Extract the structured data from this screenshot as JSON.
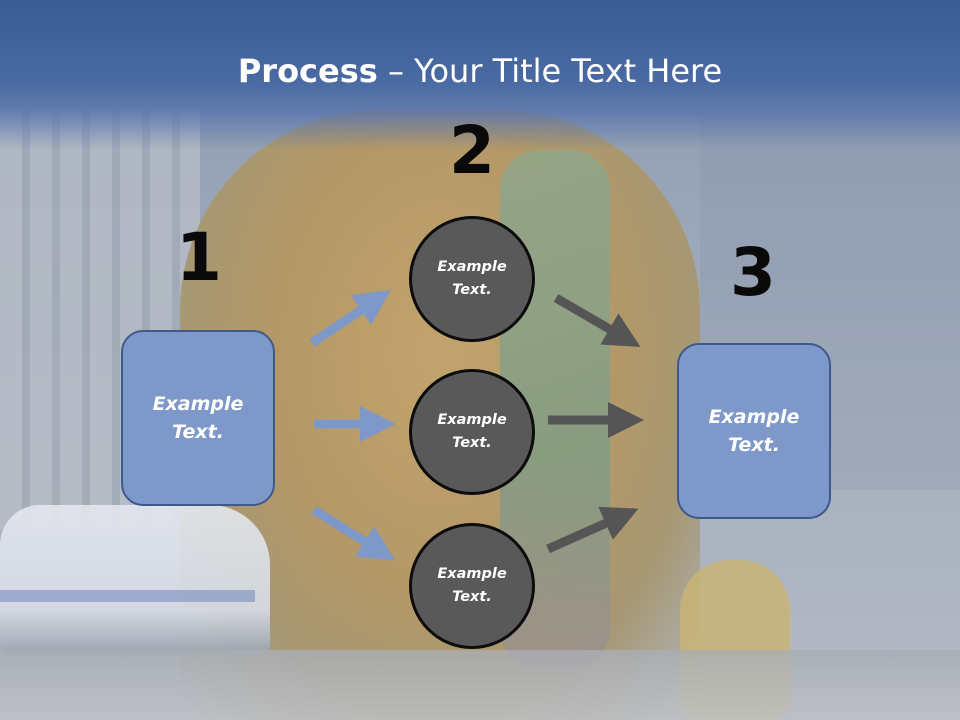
{
  "title": {
    "bold": "Process",
    "rest": " – Your Title Text Here"
  },
  "steps": {
    "one": "1",
    "two": "2",
    "three": "3"
  },
  "boxes": {
    "left": "Example Text.",
    "right": "Example Text."
  },
  "circles": {
    "top": "Example Text.",
    "middle": "Example Text.",
    "bottom": "Example Text."
  },
  "colors": {
    "box_fill": "#7e99c9",
    "box_border": "#3e5a8c",
    "circle_fill": "#595959",
    "arrow_blue": "#7e99c9",
    "arrow_gray": "#555555",
    "header": "#3b5b93"
  }
}
